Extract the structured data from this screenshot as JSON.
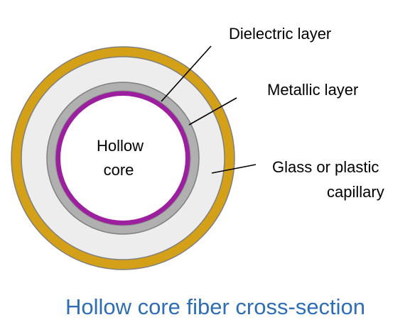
{
  "diagram": {
    "labels": {
      "dielectric": "Dielectric layer",
      "metallic": "Metallic layer",
      "capillary_line1": "Glass or plastic",
      "capillary_line2": "capillary",
      "core_line1": "Hollow",
      "core_line2": "core"
    },
    "caption": "Hollow core fiber cross-section",
    "colors": {
      "outer_coating": "#D4A017",
      "capillary": "#EDEDED",
      "metallic_layer": "#B0B0B0",
      "dielectric_layer": "#9B1F9E",
      "hollow_core": "#FFFFFF",
      "outline": "#7F7F7F",
      "caption_text": "#2E6EB5"
    }
  }
}
